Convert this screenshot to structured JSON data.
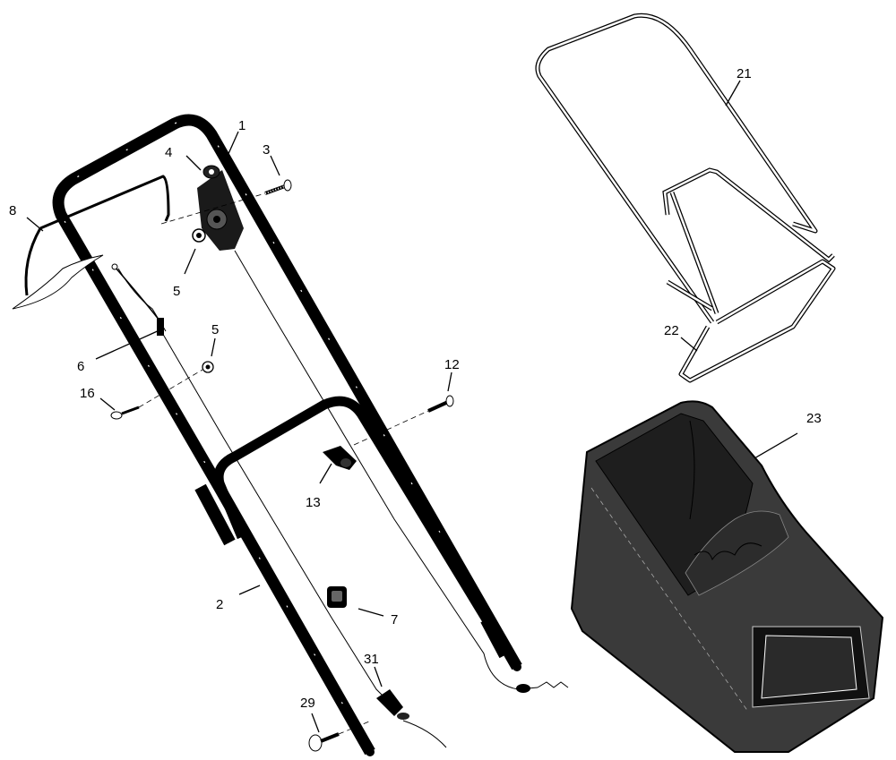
{
  "callouts": [
    {
      "id": "c1",
      "text": "1"
    },
    {
      "id": "c2",
      "text": "2"
    },
    {
      "id": "c3",
      "text": "3"
    },
    {
      "id": "c4",
      "text": "4"
    },
    {
      "id": "c5a",
      "text": "5"
    },
    {
      "id": "c5b",
      "text": "5"
    },
    {
      "id": "c6",
      "text": "6"
    },
    {
      "id": "c7",
      "text": "7"
    },
    {
      "id": "c8",
      "text": "8"
    },
    {
      "id": "c12",
      "text": "12"
    },
    {
      "id": "c13",
      "text": "13"
    },
    {
      "id": "c16",
      "text": "16"
    },
    {
      "id": "c21",
      "text": "21"
    },
    {
      "id": "c22",
      "text": "22"
    },
    {
      "id": "c23",
      "text": "23"
    },
    {
      "id": "c29",
      "text": "29"
    },
    {
      "id": "c31",
      "text": "31"
    }
  ],
  "colors": {
    "line": "#000000",
    "bag_fill": "#3a3a3a",
    "bag_inner": "#1e1e1e",
    "background": "#ffffff"
  }
}
